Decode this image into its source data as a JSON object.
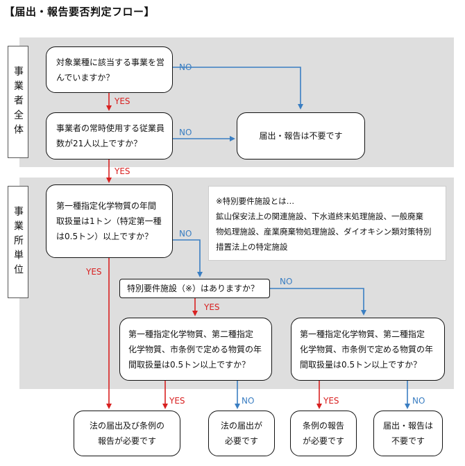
{
  "title": "【届出・報告要否判定フロー】",
  "sections": {
    "whole": "事業者全体",
    "site": "事業所単位"
  },
  "boxes": {
    "q1": [
      "対象業種に該当する事業を営",
      "んでいますか？"
    ],
    "q2": [
      "事業者の常時使用する従業員",
      "数が21人以上ですか？"
    ],
    "r_not_required_top": "届出・報告は不要です",
    "q3": [
      "第一種指定化学物質の年間",
      "取扱量は1トン（特定第一種",
      "は0.5トン）以上ですか？"
    ],
    "q4": "特別要件施設（※）はありますか？",
    "q5": [
      "第一種指定化学物質、第二種指定",
      "化学物質、市条例で定める物質の年",
      "間取扱量は0.5トン以上ですか？"
    ],
    "q6": [
      "第一種指定化学物質、第二種指定",
      "化学物質、市条例で定める物質の年",
      "間取扱量は0.5トン以上ですか？"
    ],
    "r_law_and_ordinance": [
      "法の届出及び条例の",
      "報告が必要です"
    ],
    "r_law": [
      "法の届出が",
      "必要です"
    ],
    "r_ordinance": [
      "条例の報告",
      "が必要です"
    ],
    "r_none": [
      "届出・報告は",
      "不要です"
    ]
  },
  "note": [
    "※特別要件施設とは…",
    "鉱山保安法上の関連施設、下水道終末処理施設、一般廃棄",
    "物処理施設、産業廃棄物処理施設、ダイオキシン類対策特別",
    "措置法上の特定施設"
  ],
  "labels": {
    "yes": "YES",
    "no": "NO"
  },
  "colors": {
    "yes": "#d82020",
    "no": "#3a7ec2",
    "panel": "#dedede"
  }
}
